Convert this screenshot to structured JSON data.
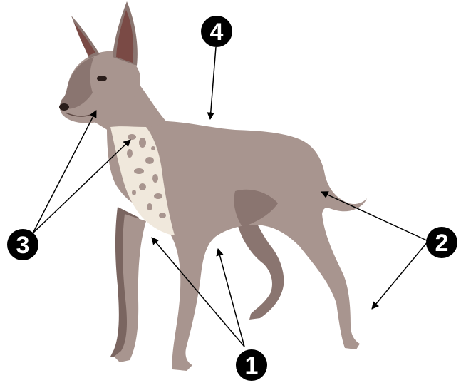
{
  "markers": [
    {
      "id": "1",
      "label": "1"
    },
    {
      "id": "2",
      "label": "2"
    },
    {
      "id": "3",
      "label": "3"
    },
    {
      "id": "4",
      "label": "4"
    }
  ],
  "colors": {
    "coat": "#a8958f",
    "coat_shadow": "#8a7570",
    "coat_dark": "#7a6560",
    "ear_inner": "#7a4a45",
    "patch": "#f0e8dc",
    "spot": "#a8958f",
    "marker_fill": "#000000",
    "marker_text": "#ffffff",
    "arrow": "#000000"
  }
}
